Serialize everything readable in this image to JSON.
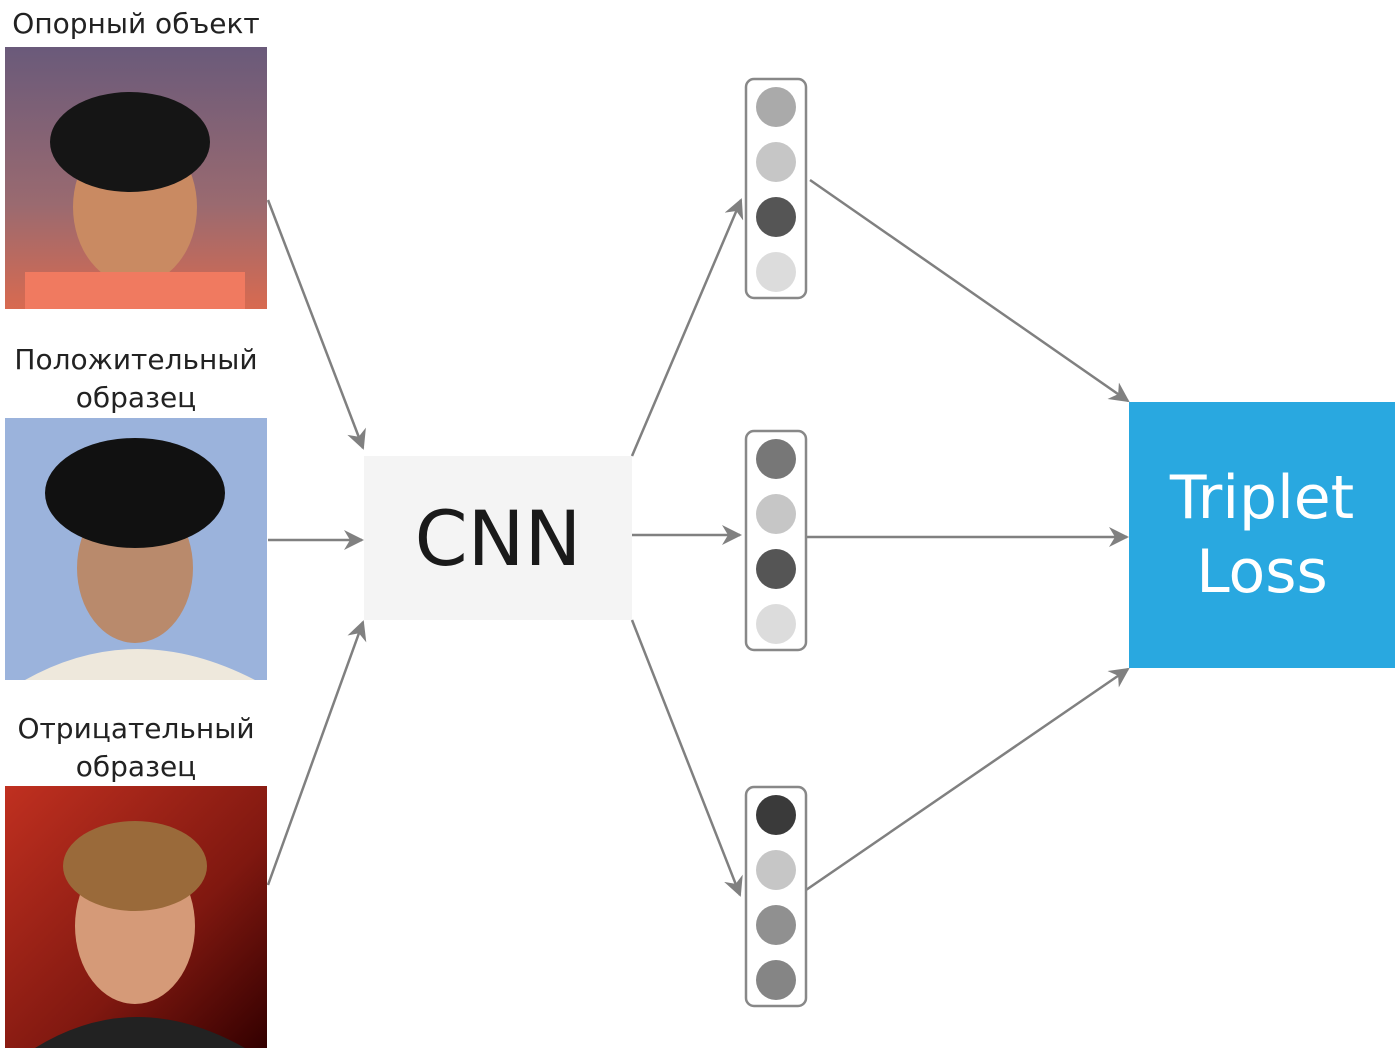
{
  "labels": {
    "anchor": "Опорный объект",
    "positive_1": "Положительный",
    "positive_2": "образец",
    "negative_1": "Отрицательный",
    "negative_2": "образец"
  },
  "network": {
    "label": "CNN"
  },
  "loss": {
    "line1": "Triplet",
    "line2": "Loss"
  },
  "embeddings": [
    [
      "#aaaaaa",
      "#c6c6c6",
      "#555555",
      "#dcdcdc"
    ],
    [
      "#777777",
      "#c6c6c6",
      "#555555",
      "#dcdcdc"
    ],
    [
      "#3a3a3a",
      "#c6c6c6",
      "#909090",
      "#858585"
    ]
  ],
  "colors": {
    "loss_box": "#29a8e0",
    "cnn_box": "#f4f4f4",
    "arrow": "#808080"
  }
}
